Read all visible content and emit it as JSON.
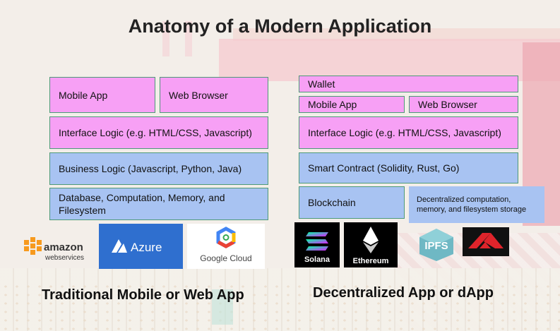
{
  "title": "Anatomy of a Modern Application",
  "traditional": {
    "mobile_app": "Mobile App",
    "web_browser": "Web Browser",
    "interface_logic": "Interface Logic (e.g. HTML/CSS, Javascript)",
    "business_logic": "Business Logic (Javascript, Python, Java)",
    "database": "Database, Computation, Memory, and Filesystem",
    "caption": "Traditional Mobile or Web App",
    "logos": {
      "aws_main": "amazon",
      "aws_sub": "webservices",
      "azure": "Azure",
      "gcloud": "Google Cloud"
    }
  },
  "dapp": {
    "wallet": "Wallet",
    "mobile_app": "Mobile App",
    "web_browser": "Web Browser",
    "interface_logic": "Interface Logic (e.g. HTML/CSS, Javascript)",
    "smart_contract": "Smart Contract (Solidity, Rust, Go)",
    "blockchain": "Blockchain",
    "decentralized_storage": "Decentralized computation, memory, and filesystem storage",
    "caption": "Decentralized App or dApp",
    "logos": {
      "solana": "Solana",
      "ethereum": "Ethereum",
      "ipfs": "IPFS"
    }
  },
  "colors": {
    "pink": "#f7a0f5",
    "blue": "#a8c3f2",
    "border": "#4e9a78",
    "azure": "#2f6fcf",
    "aws_orange": "#f79a1e",
    "ipfs": "#6fb8c4",
    "arweave_red": "#e0242b"
  },
  "icons": [
    "aws-logo-icon",
    "azure-logo-icon",
    "google-cloud-logo-icon",
    "solana-logo-icon",
    "ethereum-logo-icon",
    "ipfs-logo-icon",
    "red-chevron-logo-icon"
  ]
}
